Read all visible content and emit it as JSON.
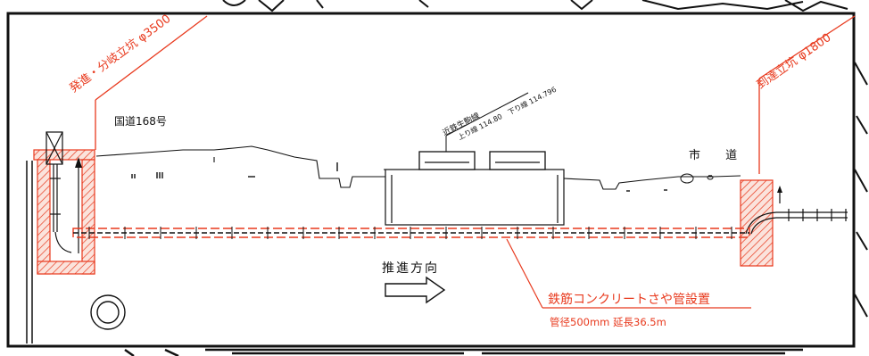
{
  "labels": {
    "launch_shaft": "発進・分岐立坑 φ3500",
    "arrival_shaft": "到達立坑 φ1800",
    "national_road": "国道168号",
    "city_road": "市 道",
    "railway": "近鉄生駒線",
    "railway_detail_up": "上り線 114.80",
    "railway_detail_down": "下り線 114.796",
    "direction": "推進方向",
    "callout_title": "鉄筋コンクリートさや管設置",
    "callout_spec": "管径500mm 延長36.5m"
  },
  "colors": {
    "annotation": "#e8391d",
    "linework": "#111111",
    "hatch": "#e8391d"
  }
}
